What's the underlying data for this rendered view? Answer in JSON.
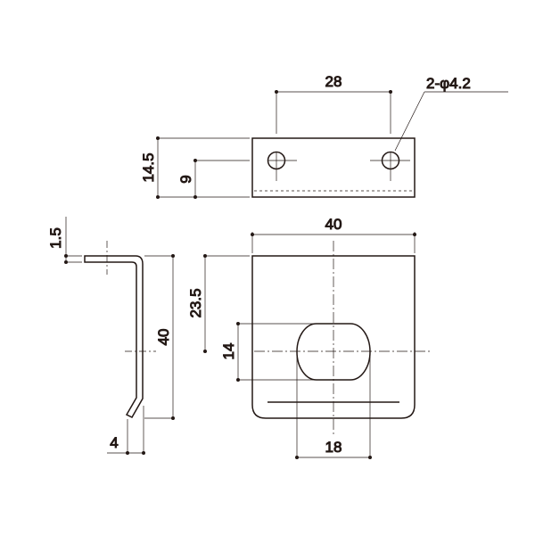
{
  "dimensions": {
    "hole_spacing": "28",
    "hole_spec": "2-φ4.2",
    "top_height": "14.5",
    "hole_height": "9",
    "width": "40",
    "slot_center_height": "23.5",
    "slot_height": "14",
    "slot_width": "18",
    "side_height": "40",
    "thickness": "1.5",
    "bend_offset": "4"
  },
  "colors": {
    "line": "#231815"
  }
}
